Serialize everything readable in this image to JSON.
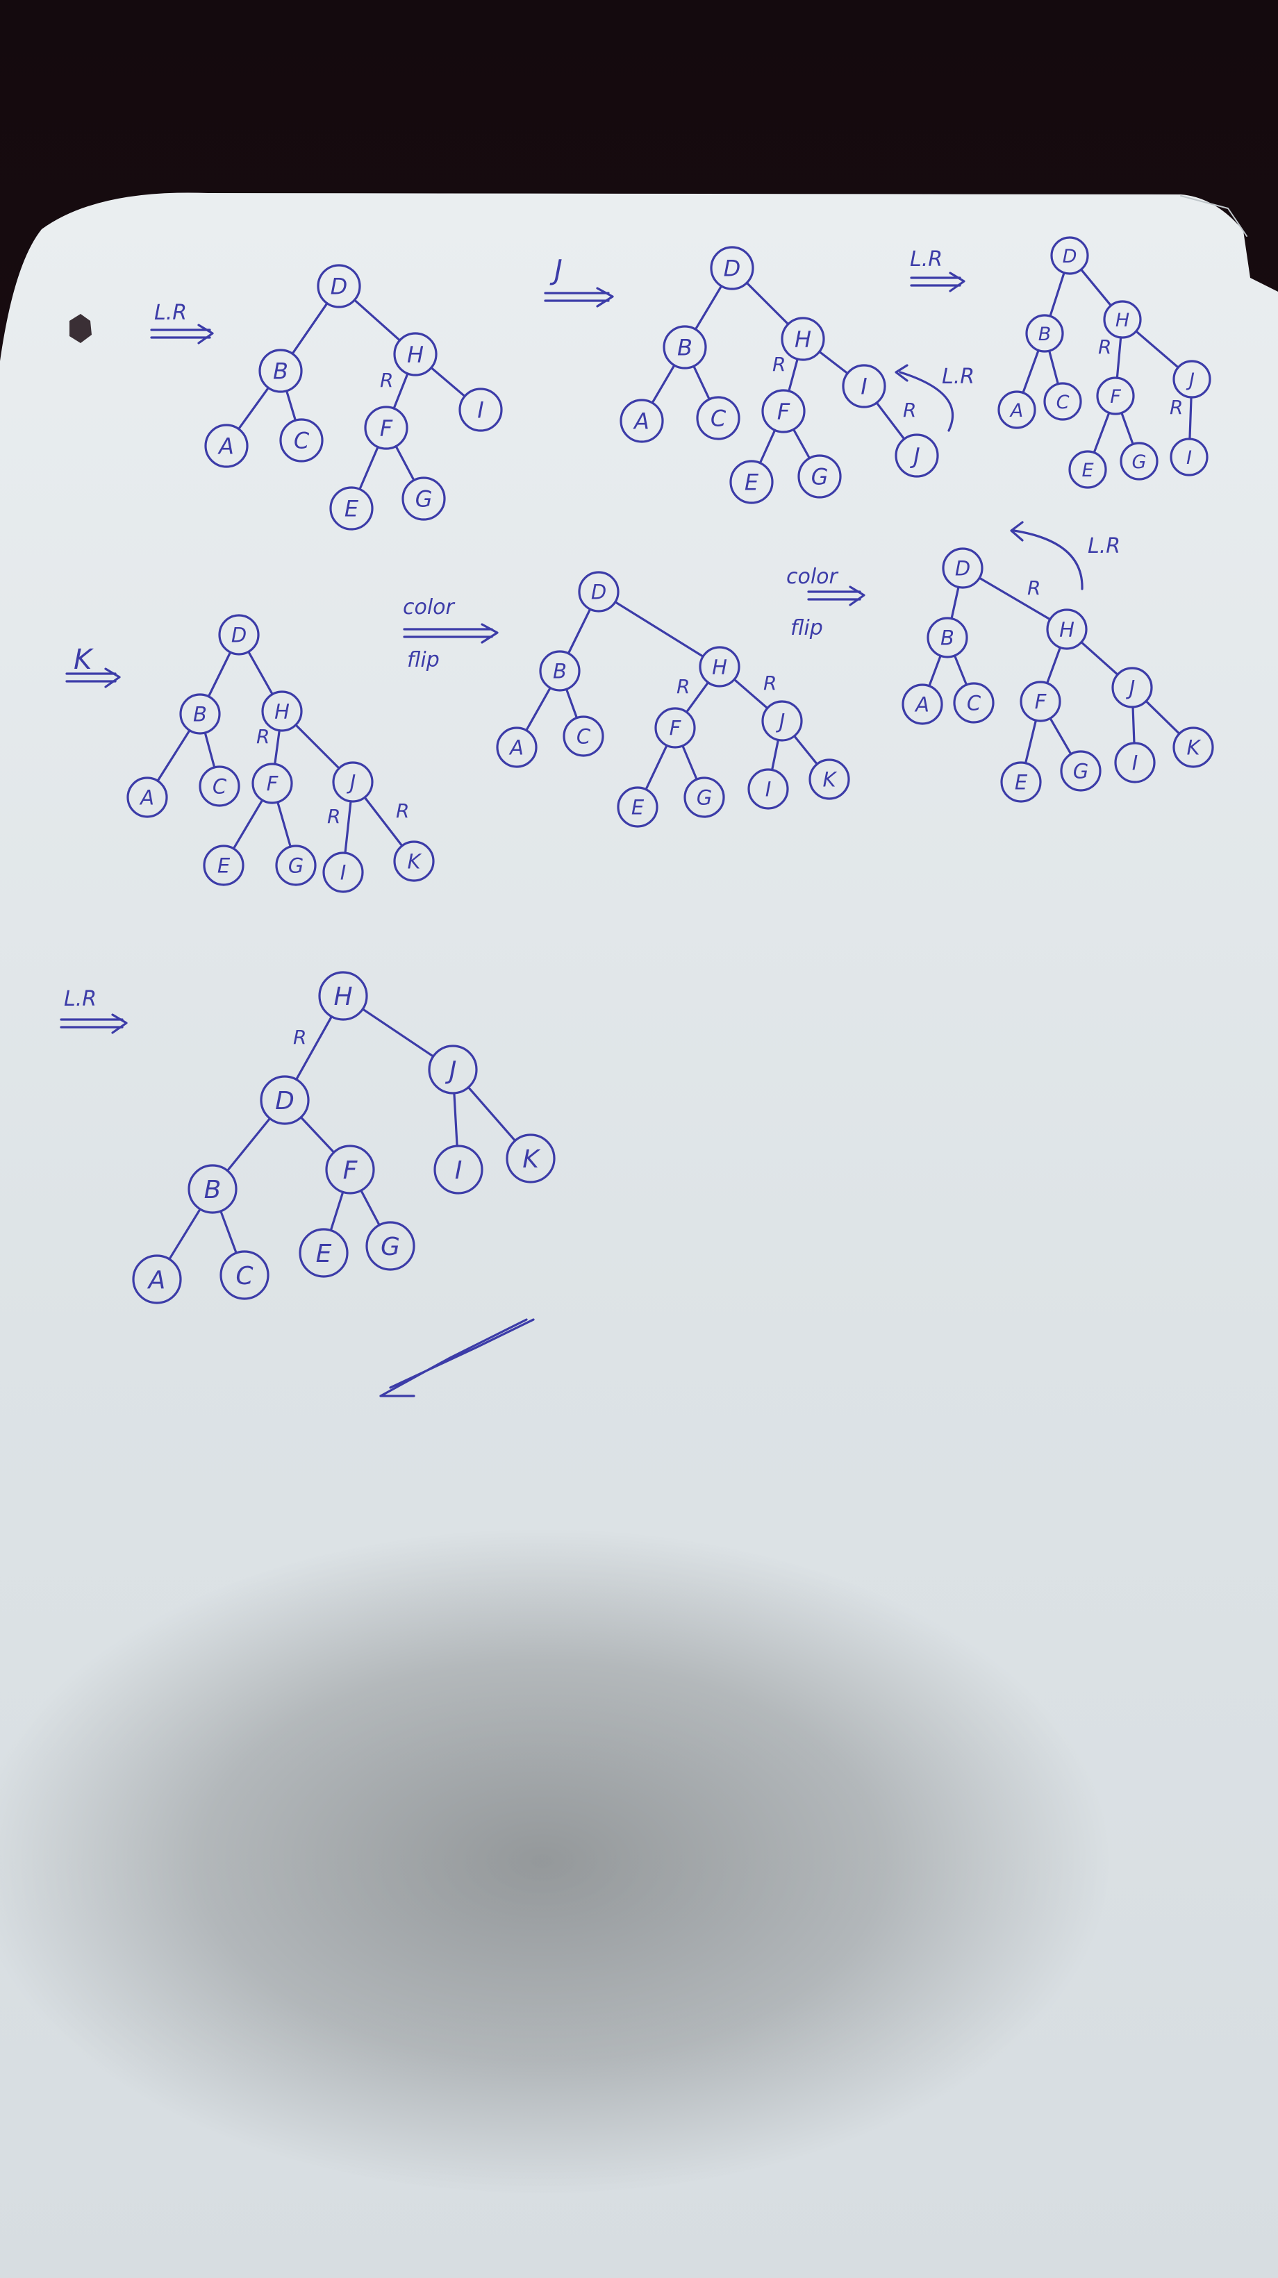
{
  "transitions": [
    {
      "id": "t1",
      "lines": [
        "L.R"
      ]
    },
    {
      "id": "t2",
      "lines": [
        "J"
      ]
    },
    {
      "id": "t3",
      "lines": [
        "L.R"
      ]
    },
    {
      "id": "t4",
      "lines": [
        "K"
      ]
    },
    {
      "id": "t5",
      "lines": [
        "color",
        "flip"
      ]
    },
    {
      "id": "t6",
      "lines": [
        "color",
        "flip"
      ]
    },
    {
      "id": "t7",
      "lines": [
        "L.R"
      ]
    }
  ],
  "inline_notes": [
    {
      "id": "n1",
      "text": "L.R"
    },
    {
      "id": "n2",
      "text": "L.R"
    }
  ],
  "trees": [
    {
      "id": "tree1",
      "nodes": [
        {
          "id": "D",
          "label": "D"
        },
        {
          "id": "B",
          "label": "B"
        },
        {
          "id": "H",
          "label": "H"
        },
        {
          "id": "A",
          "label": "A"
        },
        {
          "id": "C",
          "label": "C"
        },
        {
          "id": "F",
          "label": "F"
        },
        {
          "id": "I",
          "label": "I"
        },
        {
          "id": "E",
          "label": "E"
        },
        {
          "id": "G",
          "label": "G"
        }
      ],
      "edges": [
        {
          "from": "D",
          "to": "B"
        },
        {
          "from": "D",
          "to": "H"
        },
        {
          "from": "B",
          "to": "A"
        },
        {
          "from": "B",
          "to": "C"
        },
        {
          "from": "H",
          "to": "F",
          "mark": "R"
        },
        {
          "from": "H",
          "to": "I"
        },
        {
          "from": "F",
          "to": "E"
        },
        {
          "from": "F",
          "to": "G"
        }
      ]
    },
    {
      "id": "tree2",
      "nodes": [
        {
          "id": "D",
          "label": "D"
        },
        {
          "id": "B",
          "label": "B"
        },
        {
          "id": "H",
          "label": "H"
        },
        {
          "id": "A",
          "label": "A"
        },
        {
          "id": "C",
          "label": "C"
        },
        {
          "id": "F",
          "label": "F"
        },
        {
          "id": "I",
          "label": "I"
        },
        {
          "id": "E",
          "label": "E"
        },
        {
          "id": "G",
          "label": "G"
        },
        {
          "id": "J",
          "label": "J"
        }
      ],
      "edges": [
        {
          "from": "D",
          "to": "B"
        },
        {
          "from": "D",
          "to": "H"
        },
        {
          "from": "B",
          "to": "A"
        },
        {
          "from": "B",
          "to": "C"
        },
        {
          "from": "H",
          "to": "F",
          "mark": "R"
        },
        {
          "from": "H",
          "to": "I"
        },
        {
          "from": "F",
          "to": "E"
        },
        {
          "from": "F",
          "to": "G"
        },
        {
          "from": "I",
          "to": "J",
          "mark": "R"
        }
      ]
    },
    {
      "id": "tree3",
      "nodes": [
        {
          "id": "D",
          "label": "D"
        },
        {
          "id": "B",
          "label": "B"
        },
        {
          "id": "H",
          "label": "H"
        },
        {
          "id": "A",
          "label": "A"
        },
        {
          "id": "C",
          "label": "C"
        },
        {
          "id": "F",
          "label": "F"
        },
        {
          "id": "J",
          "label": "J"
        },
        {
          "id": "E",
          "label": "E"
        },
        {
          "id": "G",
          "label": "G"
        },
        {
          "id": "I",
          "label": "I"
        }
      ],
      "edges": [
        {
          "from": "D",
          "to": "B"
        },
        {
          "from": "D",
          "to": "H"
        },
        {
          "from": "B",
          "to": "A"
        },
        {
          "from": "B",
          "to": "C"
        },
        {
          "from": "H",
          "to": "F",
          "mark": "R"
        },
        {
          "from": "H",
          "to": "J"
        },
        {
          "from": "F",
          "to": "E"
        },
        {
          "from": "F",
          "to": "G"
        },
        {
          "from": "J",
          "to": "I",
          "mark": "R"
        }
      ]
    },
    {
      "id": "tree4",
      "nodes": [
        {
          "id": "D",
          "label": "D"
        },
        {
          "id": "B",
          "label": "B"
        },
        {
          "id": "H",
          "label": "H"
        },
        {
          "id": "A",
          "label": "A"
        },
        {
          "id": "C",
          "label": "C"
        },
        {
          "id": "F",
          "label": "F"
        },
        {
          "id": "J",
          "label": "J"
        },
        {
          "id": "E",
          "label": "E"
        },
        {
          "id": "G",
          "label": "G"
        },
        {
          "id": "I",
          "label": "I"
        },
        {
          "id": "K",
          "label": "K"
        }
      ],
      "edges": [
        {
          "from": "D",
          "to": "B"
        },
        {
          "from": "D",
          "to": "H"
        },
        {
          "from": "B",
          "to": "A"
        },
        {
          "from": "B",
          "to": "C"
        },
        {
          "from": "H",
          "to": "F",
          "mark": "R"
        },
        {
          "from": "H",
          "to": "J"
        },
        {
          "from": "F",
          "to": "E"
        },
        {
          "from": "F",
          "to": "G"
        },
        {
          "from": "J",
          "to": "I",
          "mark": "R"
        },
        {
          "from": "J",
          "to": "K",
          "mark": "R"
        }
      ]
    },
    {
      "id": "tree5",
      "nodes": [
        {
          "id": "D",
          "label": "D"
        },
        {
          "id": "B",
          "label": "B"
        },
        {
          "id": "H",
          "label": "H"
        },
        {
          "id": "A",
          "label": "A"
        },
        {
          "id": "C",
          "label": "C"
        },
        {
          "id": "F",
          "label": "F"
        },
        {
          "id": "J",
          "label": "J"
        },
        {
          "id": "E",
          "label": "E"
        },
        {
          "id": "G",
          "label": "G"
        },
        {
          "id": "I",
          "label": "I"
        },
        {
          "id": "K",
          "label": "K"
        }
      ],
      "edges": [
        {
          "from": "D",
          "to": "B"
        },
        {
          "from": "D",
          "to": "H"
        },
        {
          "from": "B",
          "to": "A"
        },
        {
          "from": "B",
          "to": "C"
        },
        {
          "from": "H",
          "to": "F",
          "mark": "R"
        },
        {
          "from": "H",
          "to": "J",
          "mark": "R"
        },
        {
          "from": "F",
          "to": "E"
        },
        {
          "from": "F",
          "to": "G"
        },
        {
          "from": "J",
          "to": "I"
        },
        {
          "from": "J",
          "to": "K"
        }
      ]
    },
    {
      "id": "tree6",
      "nodes": [
        {
          "id": "D",
          "label": "D"
        },
        {
          "id": "B",
          "label": "B"
        },
        {
          "id": "H",
          "label": "H"
        },
        {
          "id": "A",
          "label": "A"
        },
        {
          "id": "C",
          "label": "C"
        },
        {
          "id": "F",
          "label": "F"
        },
        {
          "id": "J",
          "label": "J"
        },
        {
          "id": "E",
          "label": "E"
        },
        {
          "id": "G",
          "label": "G"
        },
        {
          "id": "I",
          "label": "I"
        },
        {
          "id": "K",
          "label": "K"
        }
      ],
      "edges": [
        {
          "from": "D",
          "to": "B"
        },
        {
          "from": "D",
          "to": "H",
          "mark": "R"
        },
        {
          "from": "B",
          "to": "A"
        },
        {
          "from": "B",
          "to": "C"
        },
        {
          "from": "H",
          "to": "F"
        },
        {
          "from": "H",
          "to": "J"
        },
        {
          "from": "F",
          "to": "E"
        },
        {
          "from": "F",
          "to": "G"
        },
        {
          "from": "J",
          "to": "I"
        },
        {
          "from": "J",
          "to": "K"
        }
      ]
    },
    {
      "id": "tree7",
      "nodes": [
        {
          "id": "H",
          "label": "H"
        },
        {
          "id": "D",
          "label": "D"
        },
        {
          "id": "J",
          "label": "J"
        },
        {
          "id": "B",
          "label": "B"
        },
        {
          "id": "F",
          "label": "F"
        },
        {
          "id": "I",
          "label": "I"
        },
        {
          "id": "K",
          "label": "K"
        },
        {
          "id": "A",
          "label": "A"
        },
        {
          "id": "C",
          "label": "C"
        },
        {
          "id": "E",
          "label": "E"
        },
        {
          "id": "G",
          "label": "G"
        }
      ],
      "edges": [
        {
          "from": "H",
          "to": "D",
          "mark": "R"
        },
        {
          "from": "H",
          "to": "J"
        },
        {
          "from": "D",
          "to": "B"
        },
        {
          "from": "D",
          "to": "F"
        },
        {
          "from": "J",
          "to": "I"
        },
        {
          "from": "J",
          "to": "K"
        },
        {
          "from": "B",
          "to": "A"
        },
        {
          "from": "B",
          "to": "C"
        },
        {
          "from": "F",
          "to": "E"
        },
        {
          "from": "F",
          "to": "G"
        }
      ]
    }
  ]
}
